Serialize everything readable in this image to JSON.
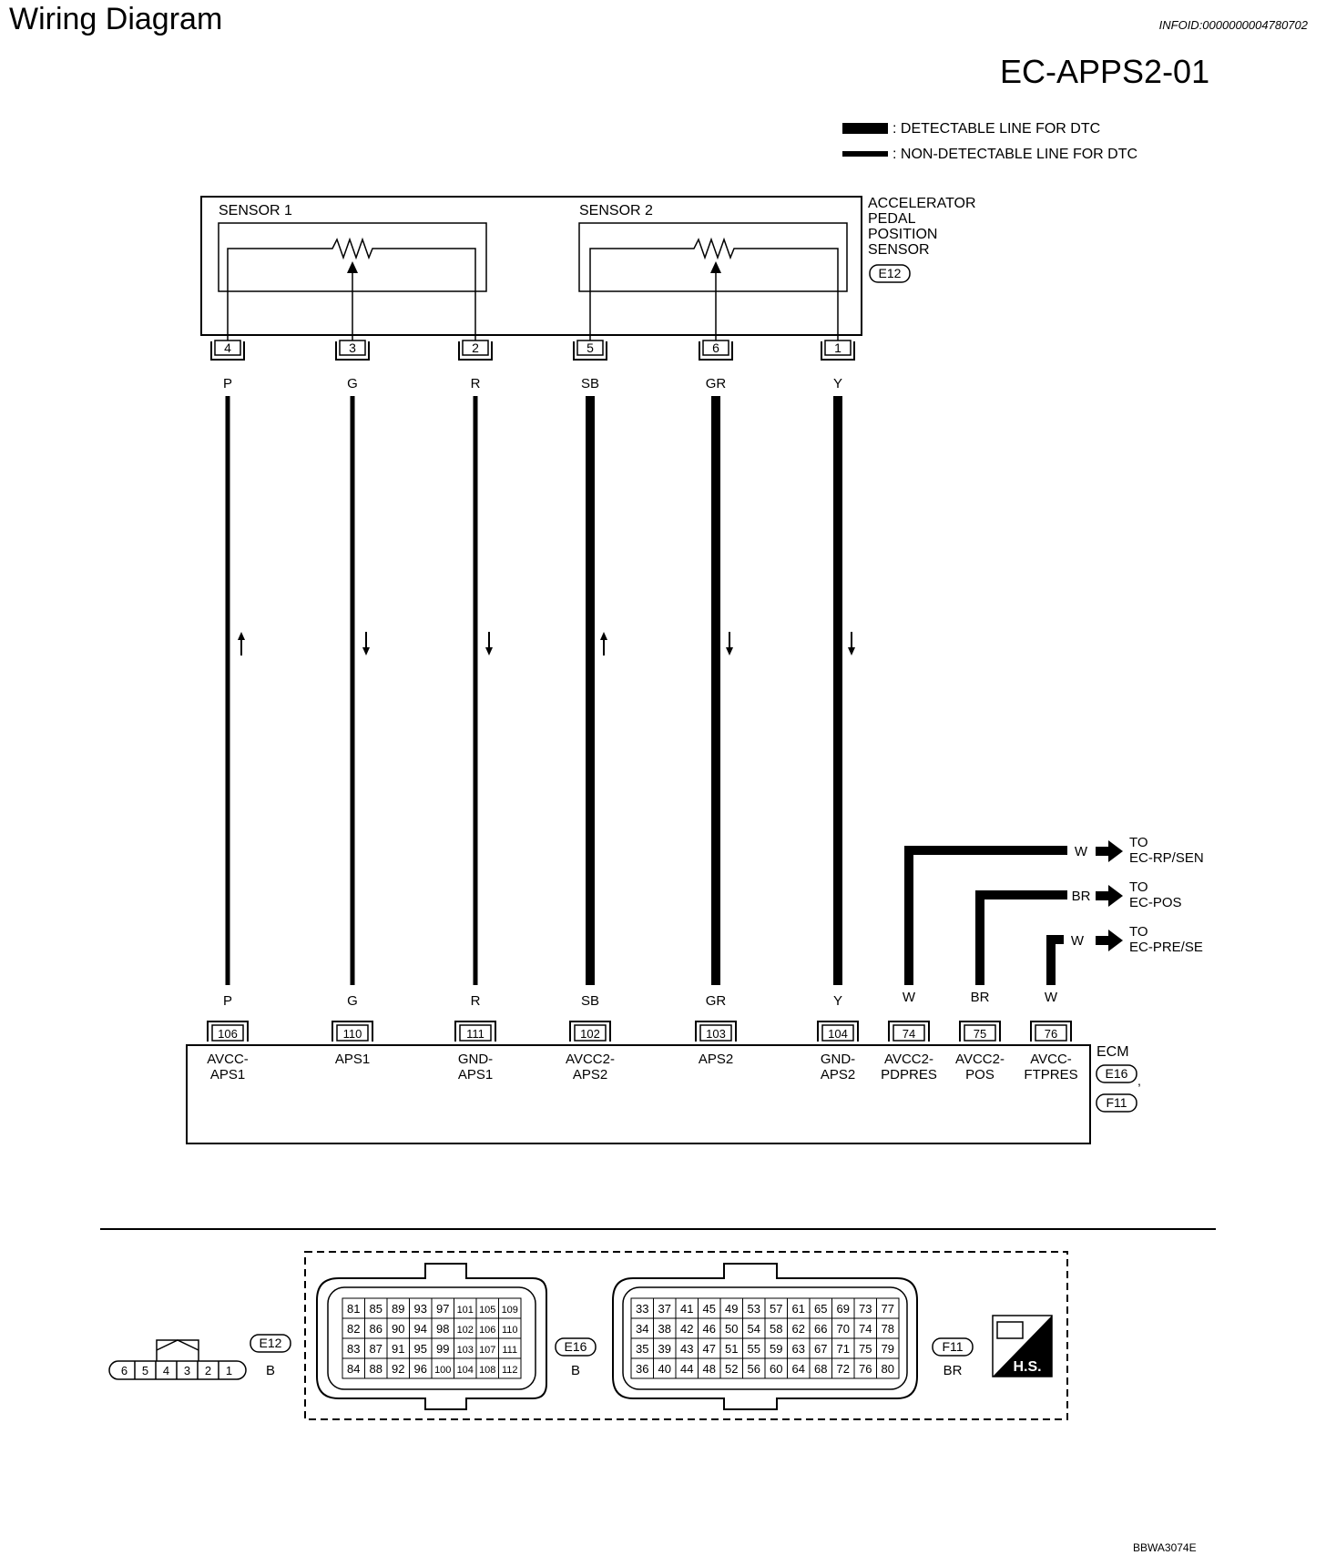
{
  "header": {
    "title": "Wiring Diagram",
    "infoid": "INFOID:0000000004780702",
    "diagram_code": "EC-APPS2-01"
  },
  "legend": {
    "detectable": ": DETECTABLE LINE FOR DTC",
    "non_detectable": ": NON-DETECTABLE LINE FOR DTC"
  },
  "sensor": {
    "name_lines": [
      "ACCELERATOR",
      "PEDAL",
      "POSITION",
      "SENSOR"
    ],
    "connector": "E12",
    "sensor1_label": "SENSOR 1",
    "sensor2_label": "SENSOR 2"
  },
  "wires": [
    {
      "pin": "4",
      "color": "P",
      "ecm_pin": "106",
      "ecm_label": [
        "AVCC-",
        "APS1"
      ],
      "detectable": false,
      "arrow": "up"
    },
    {
      "pin": "3",
      "color": "G",
      "ecm_pin": "110",
      "ecm_label": [
        "APS1"
      ],
      "detectable": false,
      "arrow": "down"
    },
    {
      "pin": "2",
      "color": "R",
      "ecm_pin": "111",
      "ecm_label": [
        "GND-",
        "APS1"
      ],
      "detectable": false,
      "arrow": "down"
    },
    {
      "pin": "5",
      "color": "SB",
      "ecm_pin": "102",
      "ecm_label": [
        "AVCC2-",
        "APS2"
      ],
      "detectable": true,
      "arrow": "up"
    },
    {
      "pin": "6",
      "color": "GR",
      "ecm_pin": "103",
      "ecm_label": [
        "APS2"
      ],
      "detectable": true,
      "arrow": "down"
    },
    {
      "pin": "1",
      "color": "Y",
      "ecm_pin": "104",
      "ecm_label": [
        "GND-",
        "APS2"
      ],
      "detectable": true,
      "arrow": "down"
    }
  ],
  "ecm_extra": [
    {
      "color": "W",
      "ecm_pin": "74",
      "ecm_label": [
        "AVCC2-",
        "PDPRES"
      ],
      "to_lines": [
        "TO",
        "EC-RP/SEN"
      ]
    },
    {
      "color": "BR",
      "ecm_pin": "75",
      "ecm_label": [
        "AVCC2-",
        "POS"
      ],
      "to_lines": [
        "TO",
        "EC-POS"
      ]
    },
    {
      "color": "W",
      "ecm_pin": "76",
      "ecm_label": [
        "AVCC-",
        "FTPRES"
      ],
      "to_lines": [
        "TO",
        "EC-PRE/SE"
      ]
    }
  ],
  "ecm": {
    "name": "ECM",
    "connector1": "E16",
    "connector2": "F11",
    "comma": ","
  },
  "connectors": {
    "e12": {
      "pins": [
        "6",
        "5",
        "4",
        "3",
        "2",
        "1"
      ],
      "label": "E12",
      "color": "B"
    },
    "e16": {
      "label": "E16",
      "color": "B",
      "rows": [
        [
          "81",
          "85",
          "89",
          "93",
          "97",
          "101",
          "105",
          "109"
        ],
        [
          "82",
          "86",
          "90",
          "94",
          "98",
          "102",
          "106",
          "110"
        ],
        [
          "83",
          "87",
          "91",
          "95",
          "99",
          "103",
          "107",
          "111"
        ],
        [
          "84",
          "88",
          "92",
          "96",
          "100",
          "104",
          "108",
          "112"
        ]
      ]
    },
    "f11": {
      "label": "F11",
      "color": "BR",
      "rows": [
        [
          "33",
          "37",
          "41",
          "45",
          "49",
          "53",
          "57",
          "61",
          "65",
          "69",
          "73",
          "77"
        ],
        [
          "34",
          "38",
          "42",
          "46",
          "50",
          "54",
          "58",
          "62",
          "66",
          "70",
          "74",
          "78"
        ],
        [
          "35",
          "39",
          "43",
          "47",
          "51",
          "55",
          "59",
          "63",
          "67",
          "71",
          "75",
          "79"
        ],
        [
          "36",
          "40",
          "44",
          "48",
          "52",
          "56",
          "60",
          "64",
          "68",
          "72",
          "76",
          "80"
        ]
      ]
    },
    "hs_label": "H.S."
  },
  "footer": {
    "figure_id": "BBWA3074E"
  }
}
